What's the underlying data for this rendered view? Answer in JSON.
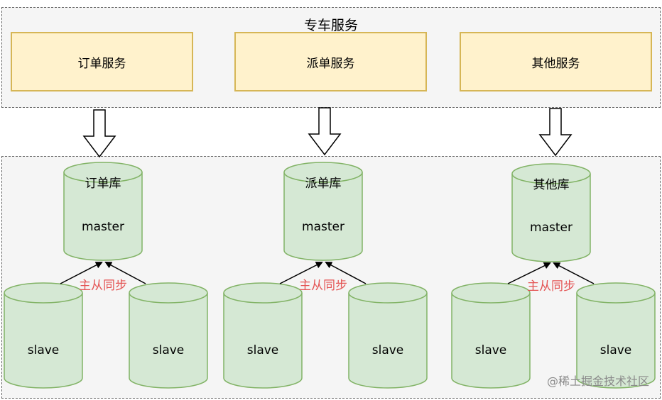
{
  "top_group": {
    "title": "专车服务"
  },
  "services": [
    {
      "label": "订单服务"
    },
    {
      "label": "派单服务"
    },
    {
      "label": "其他服务"
    }
  ],
  "clusters": [
    {
      "db_name": "订单库",
      "master_label": "master",
      "slave_left": "slave",
      "slave_right": "slave",
      "sync_label": "主从同步"
    },
    {
      "db_name": "派单库",
      "master_label": "master",
      "slave_left": "slave",
      "slave_right": "slave",
      "sync_label": "主从同步"
    },
    {
      "db_name": "其他库",
      "master_label": "master",
      "slave_left": "slave",
      "slave_right": "slave",
      "sync_label": "主从同步"
    }
  ],
  "watermark": "@稀土掘金技术社区",
  "colors": {
    "service_fill": "#fff2cc",
    "service_border": "#d6b656",
    "db_fill": "#d5e8d4",
    "db_border": "#82b366",
    "sync_text": "#e45454"
  }
}
